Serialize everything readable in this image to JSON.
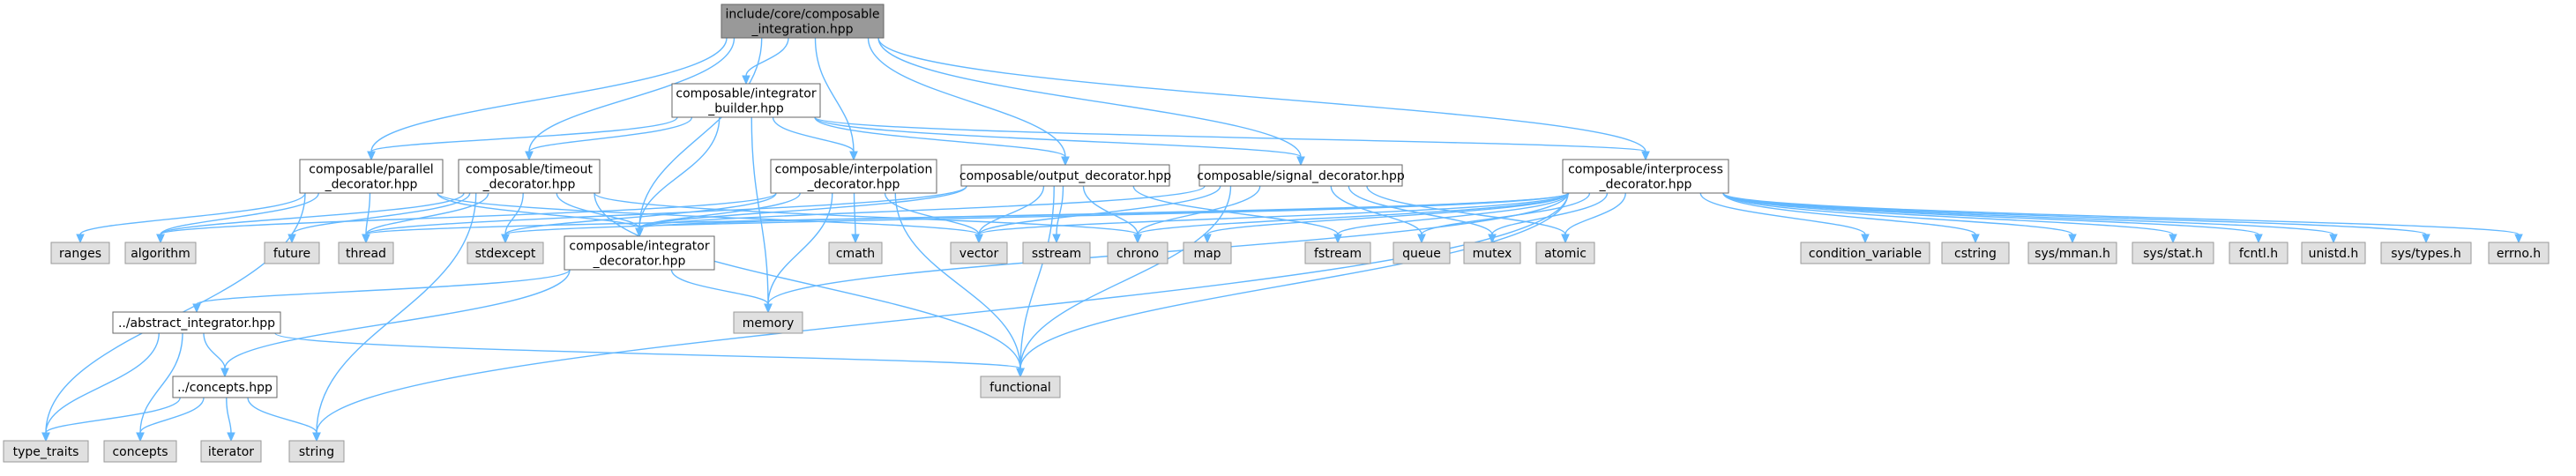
{
  "graph": {
    "colors": {
      "edge": "#63b8ff",
      "root_fill": "#999999",
      "file_fill": "#ffffff",
      "system_fill": "#e0e0e0",
      "border": "#666666"
    },
    "nodes": [
      {
        "id": "root",
        "kind": "root",
        "lines": [
          "include/core/composable",
          "_integration.hpp"
        ]
      },
      {
        "id": "builder",
        "kind": "file",
        "lines": [
          "composable/integrator",
          "_builder.hpp"
        ]
      },
      {
        "id": "parallel",
        "kind": "file",
        "lines": [
          "composable/parallel",
          "_decorator.hpp"
        ]
      },
      {
        "id": "timeout",
        "kind": "file",
        "lines": [
          "composable/timeout",
          "_decorator.hpp"
        ]
      },
      {
        "id": "interpolation",
        "kind": "file",
        "lines": [
          "composable/interpolation",
          "_decorator.hpp"
        ]
      },
      {
        "id": "output",
        "kind": "file",
        "lines": [
          "composable/output_decorator.hpp"
        ]
      },
      {
        "id": "signal",
        "kind": "file",
        "lines": [
          "composable/signal_decorator.hpp"
        ]
      },
      {
        "id": "interprocess",
        "kind": "file",
        "lines": [
          "composable/interprocess",
          "_decorator.hpp"
        ]
      },
      {
        "id": "integrator_dec",
        "kind": "file",
        "lines": [
          "composable/integrator",
          "_decorator.hpp"
        ]
      },
      {
        "id": "abstract",
        "kind": "file",
        "lines": [
          "../abstract_integrator.hpp"
        ]
      },
      {
        "id": "concepts_hpp",
        "kind": "file",
        "lines": [
          "../concepts.hpp"
        ]
      },
      {
        "id": "ranges",
        "kind": "system",
        "lines": [
          "ranges"
        ]
      },
      {
        "id": "algorithm",
        "kind": "system",
        "lines": [
          "algorithm"
        ]
      },
      {
        "id": "future",
        "kind": "system",
        "lines": [
          "future"
        ]
      },
      {
        "id": "thread",
        "kind": "system",
        "lines": [
          "thread"
        ]
      },
      {
        "id": "stdexcept",
        "kind": "system",
        "lines": [
          "stdexcept"
        ]
      },
      {
        "id": "cmath",
        "kind": "system",
        "lines": [
          "cmath"
        ]
      },
      {
        "id": "vector",
        "kind": "system",
        "lines": [
          "vector"
        ]
      },
      {
        "id": "sstream",
        "kind": "system",
        "lines": [
          "sstream"
        ]
      },
      {
        "id": "chrono",
        "kind": "system",
        "lines": [
          "chrono"
        ]
      },
      {
        "id": "map",
        "kind": "system",
        "lines": [
          "map"
        ]
      },
      {
        "id": "fstream",
        "kind": "system",
        "lines": [
          "fstream"
        ]
      },
      {
        "id": "queue",
        "kind": "system",
        "lines": [
          "queue"
        ]
      },
      {
        "id": "mutex",
        "kind": "system",
        "lines": [
          "mutex"
        ]
      },
      {
        "id": "atomic",
        "kind": "system",
        "lines": [
          "atomic"
        ]
      },
      {
        "id": "condition_variable",
        "kind": "system",
        "lines": [
          "condition_variable"
        ]
      },
      {
        "id": "cstring",
        "kind": "system",
        "lines": [
          "cstring"
        ]
      },
      {
        "id": "sys_mman",
        "kind": "system",
        "lines": [
          "sys/mman.h"
        ]
      },
      {
        "id": "sys_stat",
        "kind": "system",
        "lines": [
          "sys/stat.h"
        ]
      },
      {
        "id": "fcntl",
        "kind": "system",
        "lines": [
          "fcntl.h"
        ]
      },
      {
        "id": "unistd",
        "kind": "system",
        "lines": [
          "unistd.h"
        ]
      },
      {
        "id": "sys_types",
        "kind": "system",
        "lines": [
          "sys/types.h"
        ]
      },
      {
        "id": "errno",
        "kind": "system",
        "lines": [
          "errno.h"
        ]
      },
      {
        "id": "memory",
        "kind": "system",
        "lines": [
          "memory"
        ]
      },
      {
        "id": "functional",
        "kind": "system",
        "lines": [
          "functional"
        ]
      },
      {
        "id": "type_traits",
        "kind": "system",
        "lines": [
          "type_traits"
        ]
      },
      {
        "id": "concepts",
        "kind": "system",
        "lines": [
          "concepts"
        ]
      },
      {
        "id": "iterator",
        "kind": "system",
        "lines": [
          "iterator"
        ]
      },
      {
        "id": "string",
        "kind": "system",
        "lines": [
          "string"
        ]
      }
    ],
    "edges": [
      [
        "root",
        "builder"
      ],
      [
        "root",
        "parallel"
      ],
      [
        "root",
        "timeout"
      ],
      [
        "root",
        "interpolation"
      ],
      [
        "root",
        "output"
      ],
      [
        "root",
        "signal"
      ],
      [
        "root",
        "interprocess"
      ],
      [
        "root",
        "integrator_dec"
      ],
      [
        "builder",
        "parallel"
      ],
      [
        "builder",
        "timeout"
      ],
      [
        "builder",
        "interpolation"
      ],
      [
        "builder",
        "output"
      ],
      [
        "builder",
        "signal"
      ],
      [
        "builder",
        "interprocess"
      ],
      [
        "builder",
        "integrator_dec"
      ],
      [
        "builder",
        "memory"
      ],
      [
        "parallel",
        "integrator_dec"
      ],
      [
        "parallel",
        "ranges"
      ],
      [
        "parallel",
        "algorithm"
      ],
      [
        "parallel",
        "thread"
      ],
      [
        "parallel",
        "type_traits"
      ],
      [
        "parallel",
        "vector"
      ],
      [
        "timeout",
        "integrator_dec"
      ],
      [
        "timeout",
        "algorithm"
      ],
      [
        "timeout",
        "future"
      ],
      [
        "timeout",
        "thread"
      ],
      [
        "timeout",
        "stdexcept"
      ],
      [
        "timeout",
        "chrono"
      ],
      [
        "timeout",
        "functional"
      ],
      [
        "timeout",
        "string"
      ],
      [
        "interpolation",
        "integrator_dec"
      ],
      [
        "interpolation",
        "algorithm"
      ],
      [
        "interpolation",
        "stdexcept"
      ],
      [
        "interpolation",
        "cmath"
      ],
      [
        "interpolation",
        "vector"
      ],
      [
        "interpolation",
        "memory"
      ],
      [
        "interpolation",
        "functional"
      ],
      [
        "output",
        "integrator_dec"
      ],
      [
        "output",
        "vector"
      ],
      [
        "output",
        "sstream"
      ],
      [
        "output",
        "chrono"
      ],
      [
        "output",
        "fstream"
      ],
      [
        "output",
        "functional"
      ],
      [
        "output",
        "thread"
      ],
      [
        "signal",
        "integrator_dec"
      ],
      [
        "signal",
        "vector"
      ],
      [
        "signal",
        "chrono"
      ],
      [
        "signal",
        "queue"
      ],
      [
        "signal",
        "mutex"
      ],
      [
        "signal",
        "atomic"
      ],
      [
        "signal",
        "functional"
      ],
      [
        "interprocess",
        "integrator_dec"
      ],
      [
        "interprocess",
        "vector"
      ],
      [
        "interprocess",
        "chrono"
      ],
      [
        "interprocess",
        "map"
      ],
      [
        "interprocess",
        "fstream"
      ],
      [
        "interprocess",
        "queue"
      ],
      [
        "interprocess",
        "mutex"
      ],
      [
        "interprocess",
        "atomic"
      ],
      [
        "interprocess",
        "condition_variable"
      ],
      [
        "interprocess",
        "cstring"
      ],
      [
        "interprocess",
        "sys_mman"
      ],
      [
        "interprocess",
        "sys_stat"
      ],
      [
        "interprocess",
        "fcntl"
      ],
      [
        "interprocess",
        "unistd"
      ],
      [
        "interprocess",
        "sys_types"
      ],
      [
        "interprocess",
        "errno"
      ],
      [
        "interprocess",
        "memory"
      ],
      [
        "interprocess",
        "functional"
      ],
      [
        "interprocess",
        "string"
      ],
      [
        "interprocess",
        "thread"
      ],
      [
        "interprocess",
        "stdexcept"
      ],
      [
        "integrator_dec",
        "abstract"
      ],
      [
        "integrator_dec",
        "concepts_hpp"
      ],
      [
        "integrator_dec",
        "memory"
      ],
      [
        "abstract",
        "concepts_hpp"
      ],
      [
        "abstract",
        "functional"
      ],
      [
        "abstract",
        "type_traits"
      ],
      [
        "abstract",
        "concepts"
      ],
      [
        "concepts_hpp",
        "type_traits"
      ],
      [
        "concepts_hpp",
        "concepts"
      ],
      [
        "concepts_hpp",
        "iterator"
      ],
      [
        "concepts_hpp",
        "string"
      ]
    ]
  }
}
